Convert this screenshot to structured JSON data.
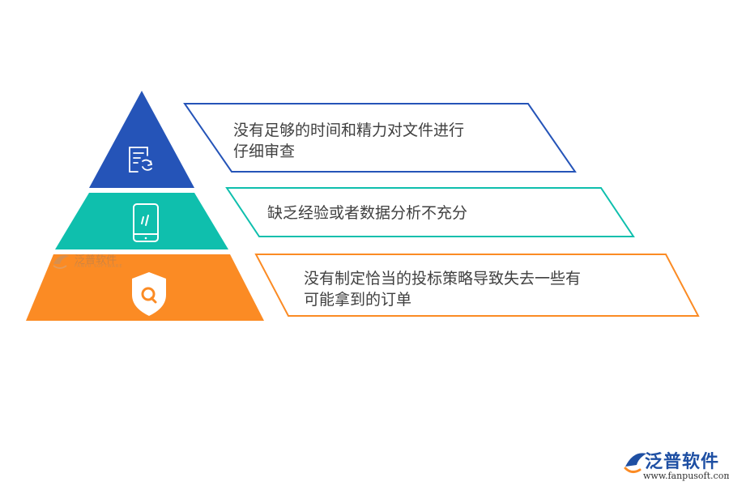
{
  "colors": {
    "top": "#2554b8",
    "middle": "#0fbfad",
    "bottom": "#fb8b24",
    "text": "#404040"
  },
  "tiers": [
    {
      "icon": "document-refresh-icon",
      "lines": [
        "没有足够的时间和精力对文件进行",
        "仔细审查"
      ]
    },
    {
      "icon": "tablet-icon",
      "lines": [
        "缺乏经验或者数据分析不充分"
      ]
    },
    {
      "icon": "shield-search-icon",
      "lines": [
        "没有制定恰当的投标策略导致失去一些有",
        "可能拿到的订单"
      ]
    }
  ],
  "brand": {
    "name": "泛普软件",
    "url": "www.fanpusoft.com",
    "watermark_sub": "FANPU SOFTWARE"
  }
}
